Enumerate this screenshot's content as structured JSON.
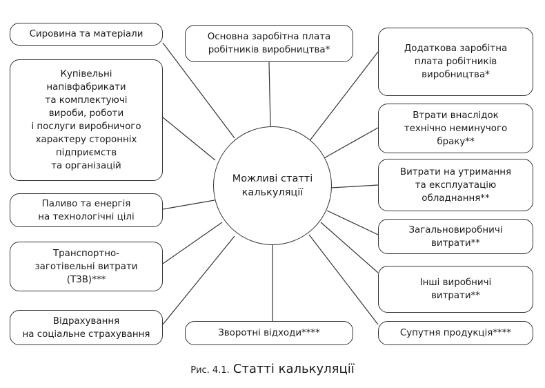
{
  "center": "Можливі статті\nкалькуляції",
  "boxes": {
    "b1": "Сировина та матеріали",
    "b2": "Купівельні\nнапівфабрикати\nта комплектуючі\nвироби, роботи\nі послуги виробничого\nхарактеру сторонніх\nпідприємств\nта організацій",
    "b3": "Паливо та енергія\nна технологічні цілі",
    "b4": "Транспортно-\nзаготівельні витрати\n(ТЗВ)***",
    "b5": "Відрахування\nна соціальне страхування",
    "b6": "Основна заробітна плата\nробітників виробництва*",
    "b7": "Зворотні відходи****",
    "b8": "Додаткова заробітна\nплата робітників\nвиробництва*",
    "b9": "Втрати внаслідок\nтехнічно неминучого\nбраку**",
    "b10": "Витрати на утримання\nта експлуатацію\nобладнання**",
    "b11": "Загальновиробничі\nвитрати**",
    "b12": "Інші виробничі\nвитрати**",
    "b13": "Супутня продукція****"
  },
  "caption": {
    "prefix": "Рис. 4.1.",
    "title": "Статті калькуляції"
  }
}
